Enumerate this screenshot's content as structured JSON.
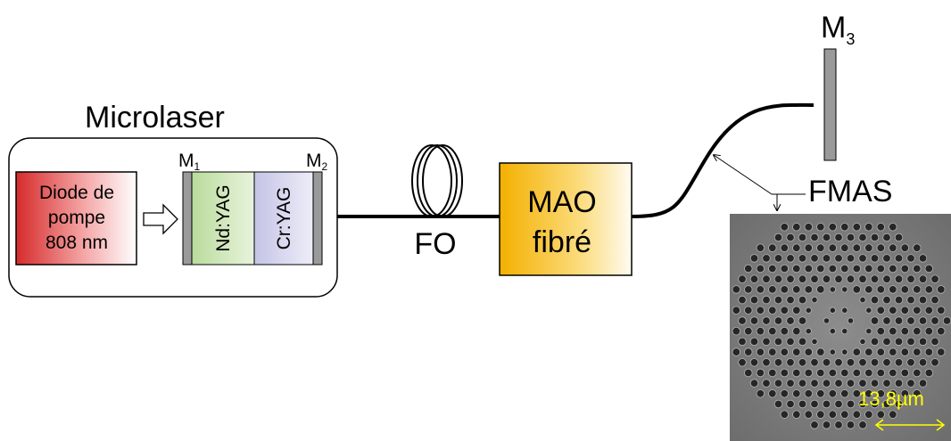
{
  "diagram": {
    "microlaser": {
      "title": "Microlaser",
      "diode": {
        "line1": "Diode de",
        "line2": "pompe",
        "line3": "808 nm"
      },
      "mirror1": {
        "main": "M",
        "sub": "1"
      },
      "mirror2": {
        "main": "M",
        "sub": "2"
      },
      "gain_crystal": "Nd:YAG",
      "absorber_crystal": "Cr:YAG"
    },
    "fiber_coil": "FO",
    "amplifier": {
      "line1": "MAO",
      "line2": "fibré"
    },
    "mirror3": {
      "main": "M",
      "sub": "3"
    },
    "fmas_label": "FMAS",
    "scale_bar": "13,8µm",
    "colors": {
      "diode_gradient": [
        "#d93030",
        "#ffffff"
      ],
      "ndyag": "#c9e2b0",
      "cryag": "#cfd0ea",
      "amplifier_gradient": [
        "#f6b400",
        "#fffaf0"
      ],
      "mirror": "#9a9a9a",
      "sem_background": "#7f7f7f",
      "scale_color": "#ffff00"
    }
  }
}
